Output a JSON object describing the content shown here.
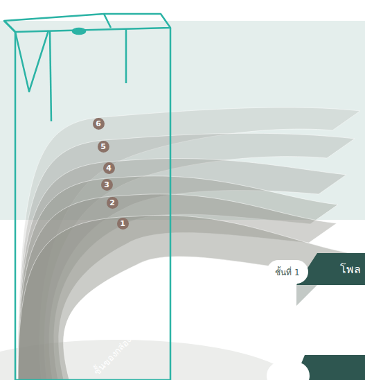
{
  "diagram": {
    "nodes": [
      {
        "text": [
          "ชั้นที่ 1"
        ]
      },
      {
        "text": [
          "โพล"
        ]
      }
    ],
    "labels": [
      "6",
      "5",
      "4",
      "3",
      "2",
      "1",
      "ชั้นของกล่องเครื่องดื่ม"
    ]
  }
}
